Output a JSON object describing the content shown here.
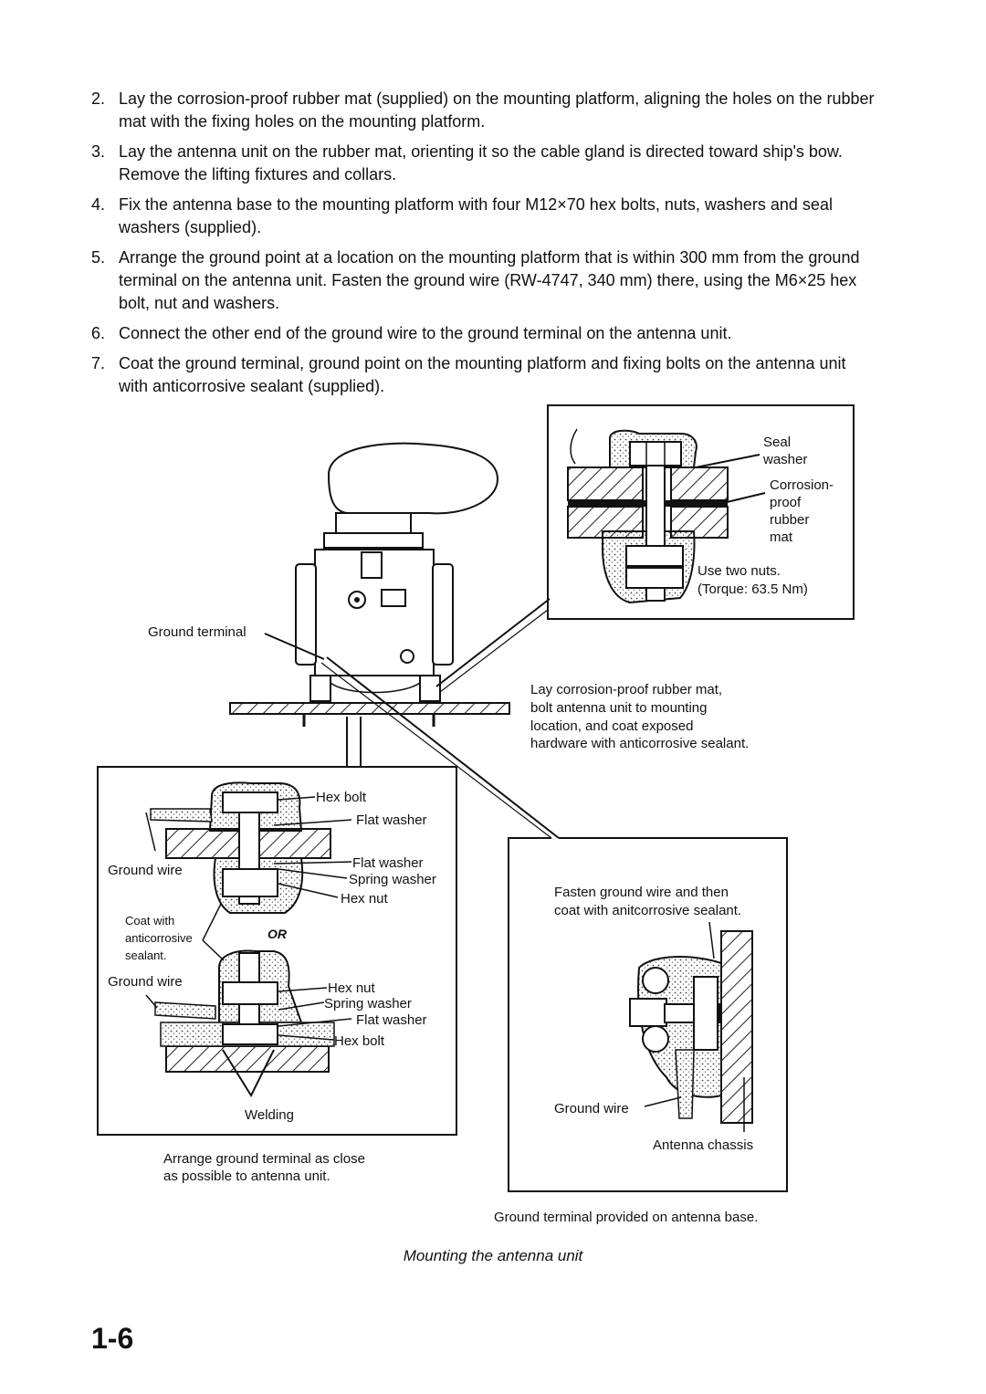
{
  "steps": [
    {
      "num": "2.",
      "text": "Lay the corrosion-proof rubber mat (supplied) on the mounting platform, aligning the holes on the rubber mat with the fixing holes on the mounting platform."
    },
    {
      "num": "3.",
      "text": "Lay the antenna unit on the rubber mat, orienting it so the cable gland is directed toward ship's bow. Remove the lifting fixtures and collars."
    },
    {
      "num": "4.",
      "text": "Fix the antenna base to the mounting platform with four M12×70 hex bolts, nuts, washers and seal washers (supplied)."
    },
    {
      "num": "5.",
      "text": "Arrange the ground point at a location on the mounting platform that is within 300 mm from the ground terminal on the antenna unit. Fasten the ground wire (RW-4747, 340 mm) there, using the M6×25 hex bolt, nut and washers."
    },
    {
      "num": "6.",
      "text": "Connect the other end of the ground wire to the ground terminal on the antenna unit."
    },
    {
      "num": "7.",
      "text": "Coat the ground terminal, ground point on the mounting platform and fixing bolts on the antenna unit with anticorrosive sealant (supplied)."
    }
  ],
  "figure": {
    "top_right": {
      "seal_washer": "Seal washer",
      "seal_washer_1": "Seal",
      "seal_washer_2": "washer",
      "mat_1": "Corrosion-",
      "mat_2": "proof",
      "mat_3": "rubber",
      "mat_4": "mat",
      "nuts_1": "Use two nuts.",
      "nuts_2": "(Torque: 63.5 Nm)"
    },
    "ground_terminal": "Ground terminal",
    "mount_note": [
      "Lay corrosion-proof rubber mat,",
      "bolt antenna unit to mounting",
      "location, and coat exposed",
      "hardware with anticorrosive sealant."
    ],
    "left_box": {
      "hex_bolt": "Hex bolt",
      "flat_washer_top": "Flat washer",
      "ground_wire_1": "Ground wire",
      "flat_washer": "Flat washer",
      "spring_washer": "Spring washer",
      "hex_nut": "Hex nut",
      "coat_1": "Coat with",
      "coat_2": "anticorrosive",
      "coat_3": "sealant.",
      "or": "OR",
      "ground_wire_2": "Ground wire",
      "hex_nut_2": "Hex nut",
      "spring_washer_2": "Spring washer",
      "flat_washer_2": "Flat washer",
      "hex_bolt_2": "Hex bolt",
      "welding": "Welding"
    },
    "left_note": [
      "Arrange ground terminal as close",
      "as possible to antenna unit."
    ],
    "right_box": {
      "note_1": "Fasten ground wire and then",
      "note_2": "coat with anitcorrosive sealant.",
      "ground_wire": "Ground wire",
      "chassis": "Antenna chassis"
    },
    "right_note": "Ground terminal provided on antenna base."
  },
  "caption": "Mounting the antenna unit",
  "page_number": "1-6"
}
